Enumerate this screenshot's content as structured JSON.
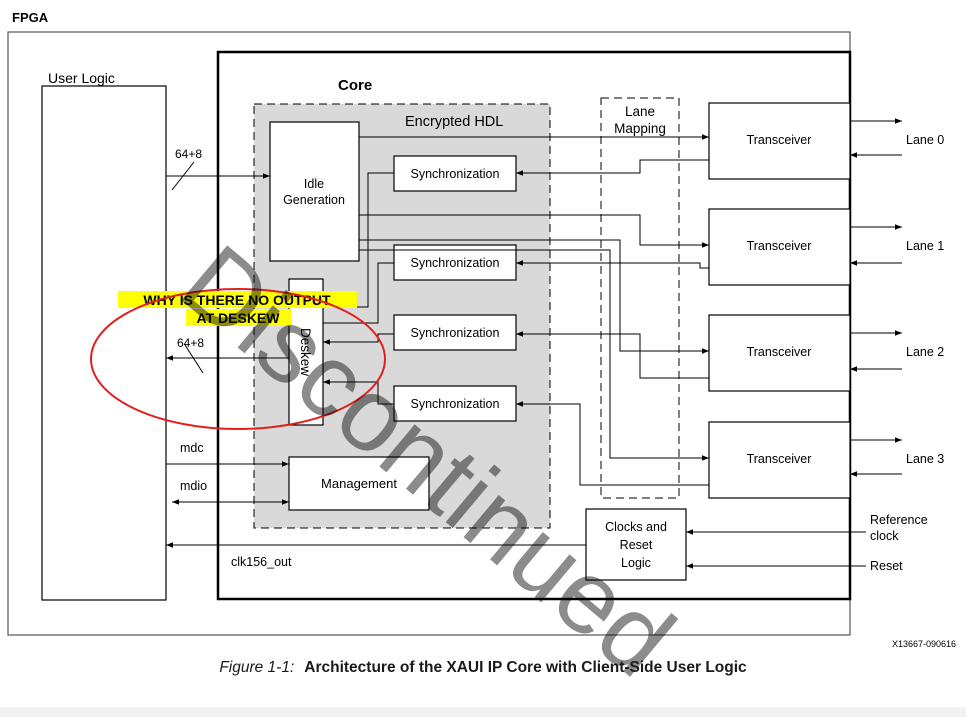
{
  "fpga_label": "FPGA",
  "user_logic_label": "User Logic",
  "core_label": "Core",
  "encrypted_label": "Encrypted HDL",
  "lane_mapping": {
    "line1": "Lane",
    "line2": "Mapping"
  },
  "idle_generation": {
    "line1": "Idle",
    "line2": "Generation"
  },
  "deskew_label": "Deskew",
  "synchronization_labels": [
    "Synchronization",
    "Synchronization",
    "Synchronization",
    "Synchronization"
  ],
  "transceiver_labels": [
    "Transceiver",
    "Transceiver",
    "Transceiver",
    "Transceiver"
  ],
  "lane_labels": [
    "Lane 0",
    "Lane 1",
    "Lane 2",
    "Lane 3"
  ],
  "management_label": "Management",
  "clocks_block": {
    "line1": "Clocks and",
    "line2": "Reset",
    "line3": "Logic"
  },
  "signals": {
    "tx_bus_width": "64+8",
    "rx_bus_width": "64+8",
    "mdc": "mdc",
    "mdio": "mdio",
    "clk_out": "clk156_out",
    "ref_clock_line1": "Reference",
    "ref_clock_line2": "clock",
    "reset": "Reset"
  },
  "annotation": {
    "line1": "WHY IS THERE NO OUTPUT",
    "line2": "AT DESKEW"
  },
  "watermark": "Discontinued",
  "figure_id": "X13667-090616",
  "caption": {
    "number": "Figure 1-1:",
    "title": "Architecture of the XAUI IP Core with Client-Side User Logic"
  },
  "colors": {
    "line": "#000000",
    "encrypted_fill": "#d9d9d9",
    "annotation_highlight": "#ffff00",
    "annotation_circle": "#e02020",
    "watermark": "#cccccc"
  }
}
